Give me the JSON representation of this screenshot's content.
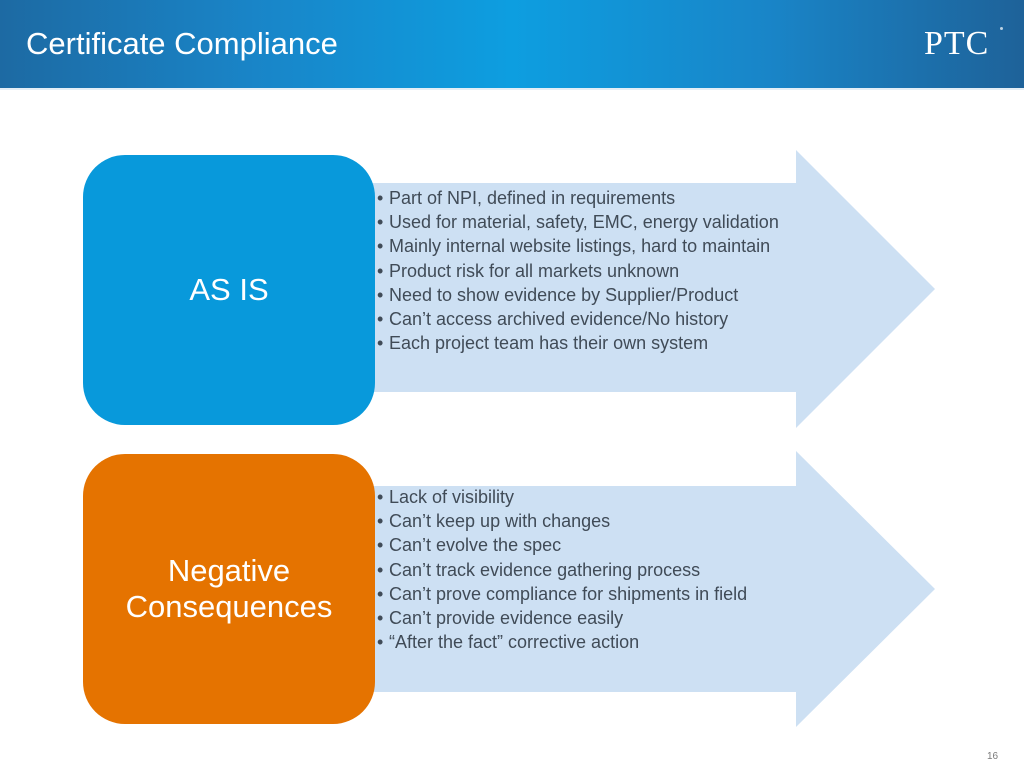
{
  "header": {
    "title": "Certificate Compliance",
    "logo_text": "PTC"
  },
  "colors": {
    "header_gradient_dark": "#1e6299",
    "header_gradient_light": "#0d9ee0",
    "as_is_box": "#0899db",
    "negative_box": "#e57300",
    "arrow_fill": "#cde0f3",
    "bullet_text": "#404b57"
  },
  "sections": [
    {
      "label": "AS IS",
      "icon": "rounded-square",
      "arrow_icon": "right-arrow",
      "bullets": [
        "Part of NPI, defined in requirements",
        "Used for material, safety, EMC, energy validation",
        "Mainly internal website listings, hard to maintain",
        "Product risk for all markets unknown",
        "Need to show evidence by Supplier/Product",
        "Can’t access archived evidence/No history",
        "Each project team has their own system"
      ]
    },
    {
      "label": "Negative\nConsequences",
      "icon": "rounded-square",
      "arrow_icon": "right-arrow",
      "bullets": [
        "Lack of visibility",
        "Can’t keep up with changes",
        "Can’t evolve the spec",
        "Can’t track evidence gathering process",
        "Can’t prove compliance for shipments in field",
        "Can’t provide evidence easily",
        "“After the fact” corrective action"
      ]
    }
  ],
  "footer": {
    "page_number": "16"
  }
}
